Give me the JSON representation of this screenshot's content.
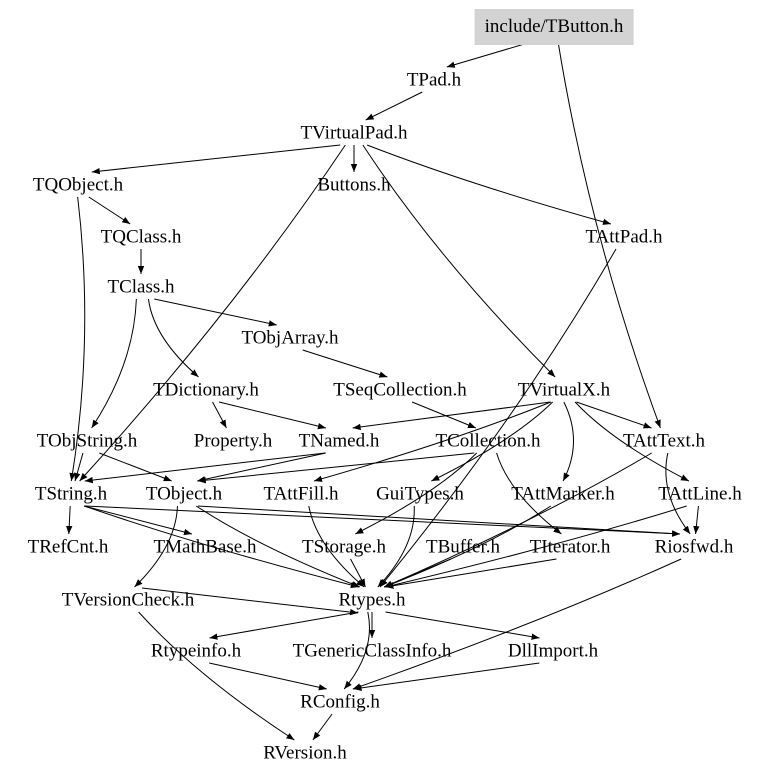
{
  "root_color": "#d3d3d3",
  "edge_color": "#000000",
  "nodes": [
    {
      "id": "tbutton",
      "label": "include/TButton.h",
      "root": true
    },
    {
      "id": "tpad",
      "label": "TPad.h"
    },
    {
      "id": "tvirtualpad",
      "label": "TVirtualPad.h"
    },
    {
      "id": "tqobject",
      "label": "TQObject.h"
    },
    {
      "id": "buttons",
      "label": "Buttons.h"
    },
    {
      "id": "tattpad",
      "label": "TAttPad.h"
    },
    {
      "id": "tqclass",
      "label": "TQClass.h"
    },
    {
      "id": "tclass",
      "label": "TClass.h"
    },
    {
      "id": "tobjarray",
      "label": "TObjArray.h"
    },
    {
      "id": "tdictionary",
      "label": "TDictionary.h"
    },
    {
      "id": "tseqcollection",
      "label": "TSeqCollection.h"
    },
    {
      "id": "tvirtualx",
      "label": "TVirtualX.h"
    },
    {
      "id": "tobjstring",
      "label": "TObjString.h"
    },
    {
      "id": "property",
      "label": "Property.h"
    },
    {
      "id": "tnamed",
      "label": "TNamed.h"
    },
    {
      "id": "tcollection",
      "label": "TCollection.h"
    },
    {
      "id": "tatttext",
      "label": "TAttText.h"
    },
    {
      "id": "tstring",
      "label": "TString.h"
    },
    {
      "id": "tobject",
      "label": "TObject.h"
    },
    {
      "id": "tattfill",
      "label": "TAttFill.h"
    },
    {
      "id": "guitypes",
      "label": "GuiTypes.h"
    },
    {
      "id": "tattmarker",
      "label": "TAttMarker.h"
    },
    {
      "id": "tattline",
      "label": "TAttLine.h"
    },
    {
      "id": "trefcnt",
      "label": "TRefCnt.h"
    },
    {
      "id": "tmathbase",
      "label": "TMathBase.h"
    },
    {
      "id": "tstorage",
      "label": "TStorage.h"
    },
    {
      "id": "tbuffer",
      "label": "TBuffer.h"
    },
    {
      "id": "titerator",
      "label": "TIterator.h"
    },
    {
      "id": "riosfwd",
      "label": "Riosfwd.h"
    },
    {
      "id": "tversioncheck",
      "label": "TVersionCheck.h"
    },
    {
      "id": "rtypes",
      "label": "Rtypes.h"
    },
    {
      "id": "rtypeinfo",
      "label": "Rtypeinfo.h"
    },
    {
      "id": "tgenericclassinfo",
      "label": "TGenericClassInfo.h"
    },
    {
      "id": "dllimport",
      "label": "DllImport.h"
    },
    {
      "id": "rconfig",
      "label": "RConfig.h"
    },
    {
      "id": "rversion",
      "label": "RVersion.h"
    }
  ],
  "edges": [
    [
      "tbutton",
      "tpad"
    ],
    [
      "tbutton",
      "tatttext"
    ],
    [
      "tpad",
      "tvirtualpad"
    ],
    [
      "tvirtualpad",
      "tqobject"
    ],
    [
      "tvirtualpad",
      "buttons"
    ],
    [
      "tvirtualpad",
      "tattpad"
    ],
    [
      "tvirtualpad",
      "tvirtualx"
    ],
    [
      "tvirtualpad",
      "tstring"
    ],
    [
      "tqobject",
      "tqclass"
    ],
    [
      "tqobject",
      "tstring"
    ],
    [
      "tqclass",
      "tclass"
    ],
    [
      "tclass",
      "tobjarray"
    ],
    [
      "tclass",
      "tdictionary"
    ],
    [
      "tclass",
      "tobjstring"
    ],
    [
      "tobjarray",
      "tseqcollection"
    ],
    [
      "tdictionary",
      "property"
    ],
    [
      "tdictionary",
      "tnamed"
    ],
    [
      "tseqcollection",
      "tcollection"
    ],
    [
      "tvirtualx",
      "tnamed"
    ],
    [
      "tvirtualx",
      "tatttext"
    ],
    [
      "tvirtualx",
      "tattmarker"
    ],
    [
      "tvirtualx",
      "tattfill"
    ],
    [
      "tvirtualx",
      "tattline"
    ],
    [
      "tvirtualx",
      "guitypes"
    ],
    [
      "tobjstring",
      "tstring"
    ],
    [
      "tobjstring",
      "tobject"
    ],
    [
      "tnamed",
      "tstring"
    ],
    [
      "tnamed",
      "tobject"
    ],
    [
      "tcollection",
      "tobject"
    ],
    [
      "tcollection",
      "titerator"
    ],
    [
      "tcollection",
      "tstorage"
    ],
    [
      "tatttext",
      "riosfwd"
    ],
    [
      "tatttext",
      "rtypes"
    ],
    [
      "tattpad",
      "rtypes"
    ],
    [
      "tstring",
      "trefcnt"
    ],
    [
      "tstring",
      "tmathbase"
    ],
    [
      "tstring",
      "riosfwd"
    ],
    [
      "tstring",
      "rtypes"
    ],
    [
      "tobject",
      "riosfwd"
    ],
    [
      "tobject",
      "rtypes"
    ],
    [
      "tobject",
      "tversioncheck"
    ],
    [
      "tattfill",
      "rtypes"
    ],
    [
      "guitypes",
      "rtypes"
    ],
    [
      "tattmarker",
      "rtypes"
    ],
    [
      "tattline",
      "rtypes"
    ],
    [
      "tattline",
      "riosfwd"
    ],
    [
      "tstorage",
      "rtypes"
    ],
    [
      "tbuffer",
      "rtypes"
    ],
    [
      "titerator",
      "rtypes"
    ],
    [
      "riosfwd",
      "rconfig"
    ],
    [
      "tversioncheck",
      "rtypes"
    ],
    [
      "tversioncheck",
      "rversion"
    ],
    [
      "rtypes",
      "rtypeinfo"
    ],
    [
      "rtypes",
      "tgenericclassinfo"
    ],
    [
      "rtypes",
      "dllimport"
    ],
    [
      "rtypes",
      "rconfig"
    ],
    [
      "rtypeinfo",
      "rconfig"
    ],
    [
      "dllimport",
      "rconfig"
    ],
    [
      "rconfig",
      "rversion"
    ]
  ]
}
